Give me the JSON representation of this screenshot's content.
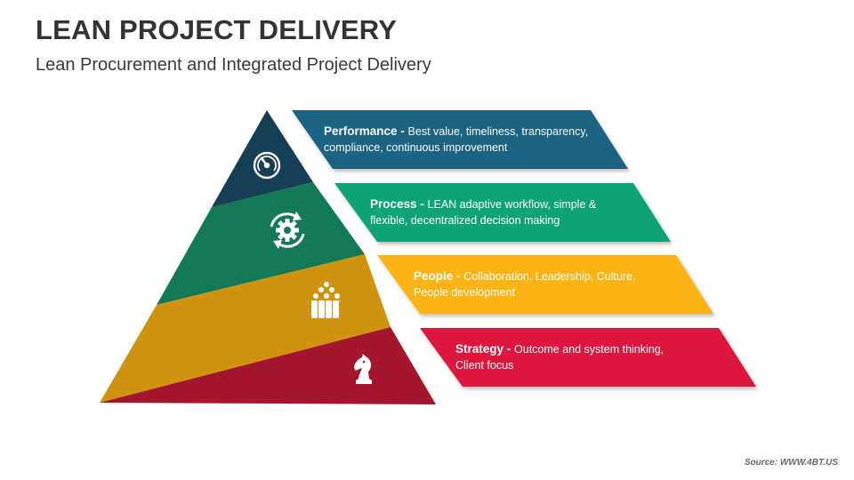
{
  "title": "LEAN PROJECT DELIVERY",
  "subtitle": "Lean Procurement and Integrated Project Delivery",
  "levels": [
    {
      "label": "Performance",
      "separator": " - ",
      "desc_line1": "Best value, timeliness, transparency,",
      "desc_line2": "compliance, continuous improvement",
      "icon": "gauge-icon",
      "color": "#1d6282",
      "dark_color": "#153f55"
    },
    {
      "label": "Process",
      "separator": " - ",
      "desc_line1": "LEAN adaptive workflow, simple &",
      "desc_line2": "flexible, decentralized decision making",
      "icon": "gear-cycle-icon",
      "color": "#0da374",
      "dark_color": "#147a55"
    },
    {
      "label": "People",
      "separator": " - ",
      "desc_line1": "Collaboration, Leadership, Culture,",
      "desc_line2": "People development",
      "icon": "group-people-icon",
      "color": "#fbb313",
      "dark_color": "#cf9310"
    },
    {
      "label": "Strategy",
      "separator": " - ",
      "desc_line1": "Outcome and system thinking,",
      "desc_line2": "Client focus",
      "icon": "chess-knight-icon",
      "color": "#dc143c",
      "dark_color": "#a3162e"
    }
  ],
  "source": "Source: WWW.4BT.US"
}
